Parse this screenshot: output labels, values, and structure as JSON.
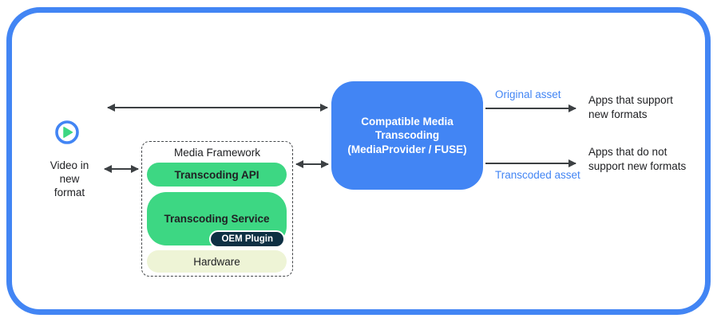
{
  "colors": {
    "border_blue": "#4285F4",
    "box_blue": "#4285F4",
    "green": "#3DD783",
    "cream": "#EEF4D6",
    "navy": "#0E3043",
    "arrow_gray": "#3C4043",
    "text_black": "#202124",
    "label_blue": "#4285F4"
  },
  "left": {
    "play_icon": "play-icon",
    "video_label": "Video in\nnew\nformat"
  },
  "framework": {
    "title": "Media Framework",
    "api_label": "Transcoding API",
    "service_label": "Transcoding Service",
    "oem_label": "OEM Plugin",
    "hardware_label": "Hardware"
  },
  "transcoder": {
    "title": "Compatible Media\nTranscoding\n(MediaProvider / FUSE)"
  },
  "flows": {
    "original_label": "Original asset",
    "transcoded_label": "Transcoded asset"
  },
  "apps": {
    "support_label": "Apps that support\nnew formats",
    "no_support_label": "Apps that do not\nsupport new formats"
  }
}
